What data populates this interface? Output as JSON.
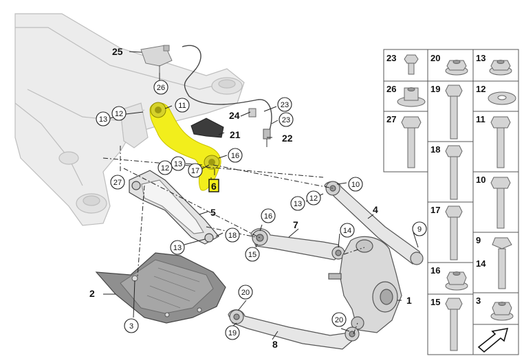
{
  "colors": {
    "highlight": "#f2ee1c",
    "part_fill": "#e8e8e8",
    "part_stroke": "#b8b8b8",
    "dark_part": "#9a9a9a",
    "line": "#222222"
  },
  "plain_labels": [
    {
      "id": "25",
      "text": "25"
    },
    {
      "id": "24",
      "text": "24"
    },
    {
      "id": "21",
      "text": "21"
    },
    {
      "id": "22",
      "text": "22"
    },
    {
      "id": "5",
      "text": "5"
    },
    {
      "id": "7",
      "text": "7"
    },
    {
      "id": "4",
      "text": "4"
    },
    {
      "id": "2",
      "text": "2"
    },
    {
      "id": "1",
      "text": "1"
    },
    {
      "id": "8",
      "text": "8"
    },
    {
      "id": "6",
      "text": "6"
    }
  ],
  "circle_labels": [
    {
      "id": "c26",
      "text": "26"
    },
    {
      "id": "c11",
      "text": "11"
    },
    {
      "id": "c12a",
      "text": "12"
    },
    {
      "id": "c13a",
      "text": "13"
    },
    {
      "id": "c23a",
      "text": "23"
    },
    {
      "id": "c23b",
      "text": "23"
    },
    {
      "id": "c16a",
      "text": "16"
    },
    {
      "id": "c13b",
      "text": "13"
    },
    {
      "id": "c17",
      "text": "17"
    },
    {
      "id": "c12b",
      "text": "12"
    },
    {
      "id": "c27",
      "text": "27"
    },
    {
      "id": "c10",
      "text": "10"
    },
    {
      "id": "c12c",
      "text": "12"
    },
    {
      "id": "c13c",
      "text": "13"
    },
    {
      "id": "c16b",
      "text": "16"
    },
    {
      "id": "c14",
      "text": "14"
    },
    {
      "id": "c9",
      "text": "9"
    },
    {
      "id": "c18",
      "text": "18"
    },
    {
      "id": "c13d",
      "text": "13"
    },
    {
      "id": "c15",
      "text": "15"
    },
    {
      "id": "c3",
      "text": "3"
    },
    {
      "id": "c20a",
      "text": "20"
    },
    {
      "id": "c20b",
      "text": "20"
    },
    {
      "id": "c19",
      "text": "19"
    }
  ],
  "parts_grid": [
    {
      "id": "23",
      "label": "23",
      "icon": "small-bolt-icon"
    },
    {
      "id": "20",
      "label": "20",
      "icon": "flange-nut-icon"
    },
    {
      "id": "13",
      "label": "13",
      "icon": "flange-nut-icon"
    },
    {
      "id": "26",
      "label": "26",
      "icon": "cage-nut-icon"
    },
    {
      "id": "19",
      "label": "19",
      "icon": "long-bolt-icon"
    },
    {
      "id": "12",
      "label": "12",
      "icon": "washer-icon"
    },
    {
      "id": "27",
      "label": "27",
      "icon": "bolt-icon"
    },
    {
      "id": "11",
      "label": "11",
      "icon": "long-bolt-icon"
    },
    {
      "id": "18",
      "label": "18",
      "icon": "long-bolt-icon"
    },
    {
      "id": "10",
      "label": "10",
      "icon": "long-bolt-icon"
    },
    {
      "id": "17",
      "label": "17",
      "icon": "long-bolt-icon"
    },
    {
      "id": "9",
      "label": "9",
      "icon": "eccentric-bolt-icon"
    },
    {
      "id": "14",
      "label": "14",
      "icon": ""
    },
    {
      "id": "16",
      "label": "16",
      "icon": "flange-nut-icon"
    },
    {
      "id": "15",
      "label": "15",
      "icon": "long-bolt-icon"
    },
    {
      "id": "3",
      "label": "3",
      "icon": "flange-nut-icon"
    }
  ]
}
